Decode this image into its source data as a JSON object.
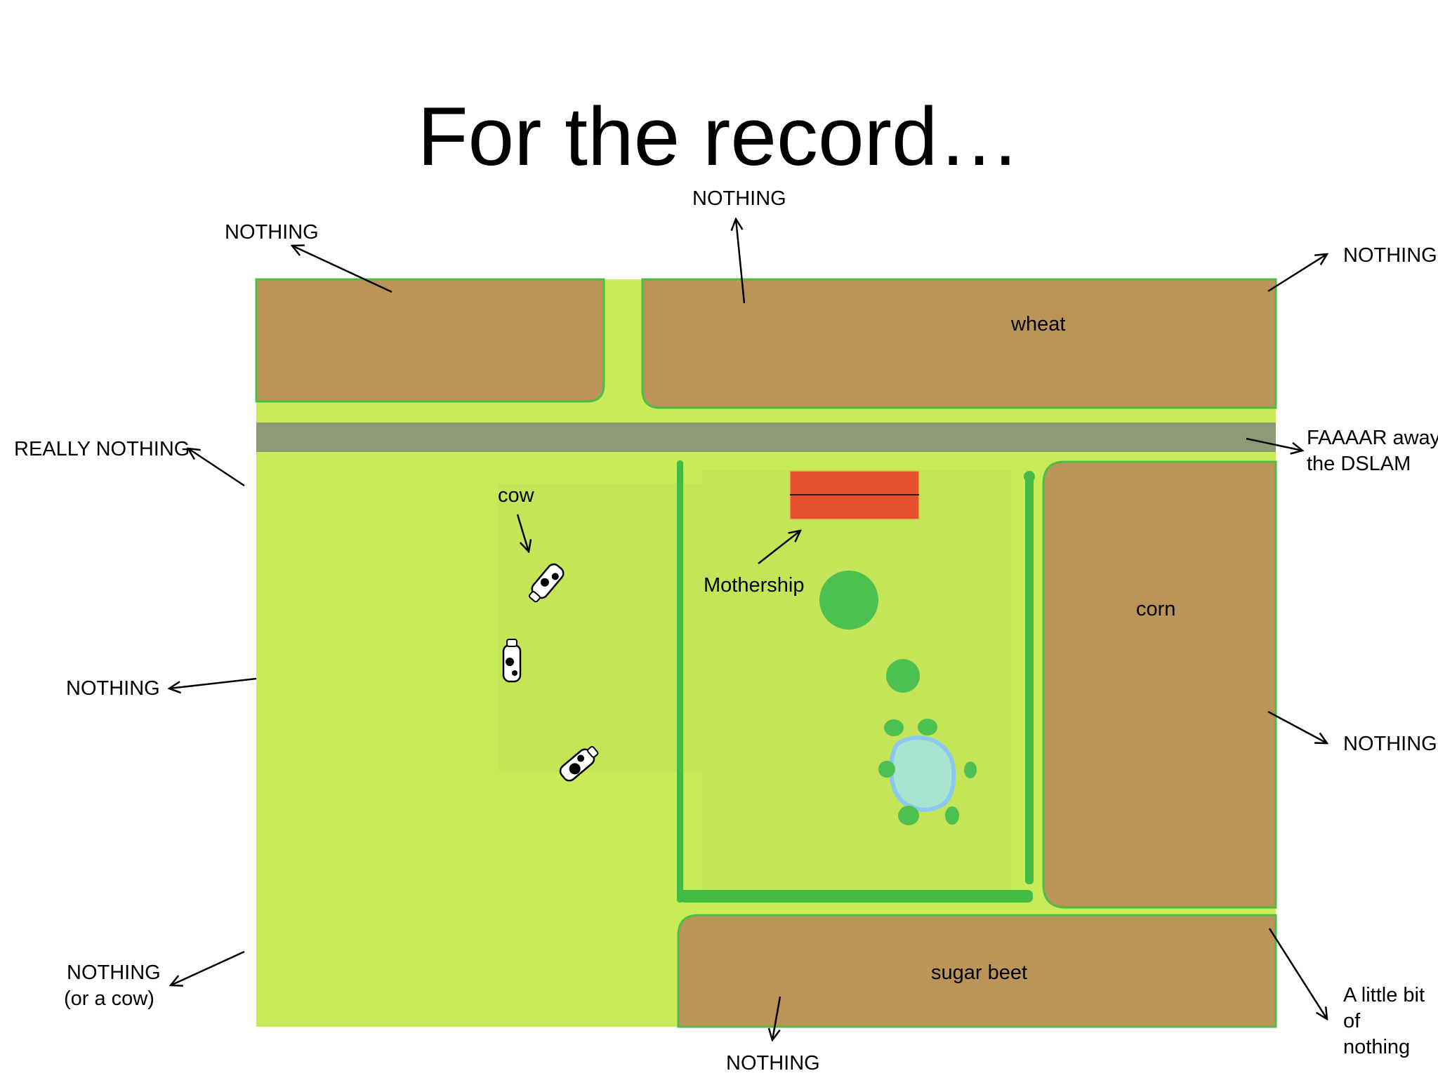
{
  "title": "For the record…",
  "colors": {
    "grass": "#c8ec58",
    "pasture": "#c2e458",
    "field": "#bb9557",
    "field_edge": "#4ebd48",
    "road": "#8e9a77",
    "hedge": "#44bb44",
    "tree": "#4cc050",
    "pond": "#a8e4d0",
    "building": "#e4502e",
    "arrow": "#000000"
  },
  "fields": {
    "wheat": "wheat",
    "corn": "corn",
    "sugar_beet": "sugar beet"
  },
  "labels": {
    "cow": "cow",
    "mothership": "Mothership",
    "top_left": "NOTHING",
    "top_center": "NOTHING",
    "top_right": "NOTHING",
    "really_nothing": "REALLY NOTHING",
    "dslam_line1": "FAAAAR away,",
    "dslam_line2": "the DSLAM",
    "left_middle": "NOTHING",
    "right_middle": "NOTHING",
    "bottom_left_line1": "NOTHING",
    "bottom_left_line2": "(or a cow)",
    "bottom_center": "NOTHING",
    "bottom_right_line1": "A little bit",
    "bottom_right_line2": "of",
    "bottom_right_line3": "nothing"
  },
  "icons": [
    "cow-icon",
    "building-icon",
    "tree-icon",
    "pond-icon",
    "arrow-icon"
  ]
}
